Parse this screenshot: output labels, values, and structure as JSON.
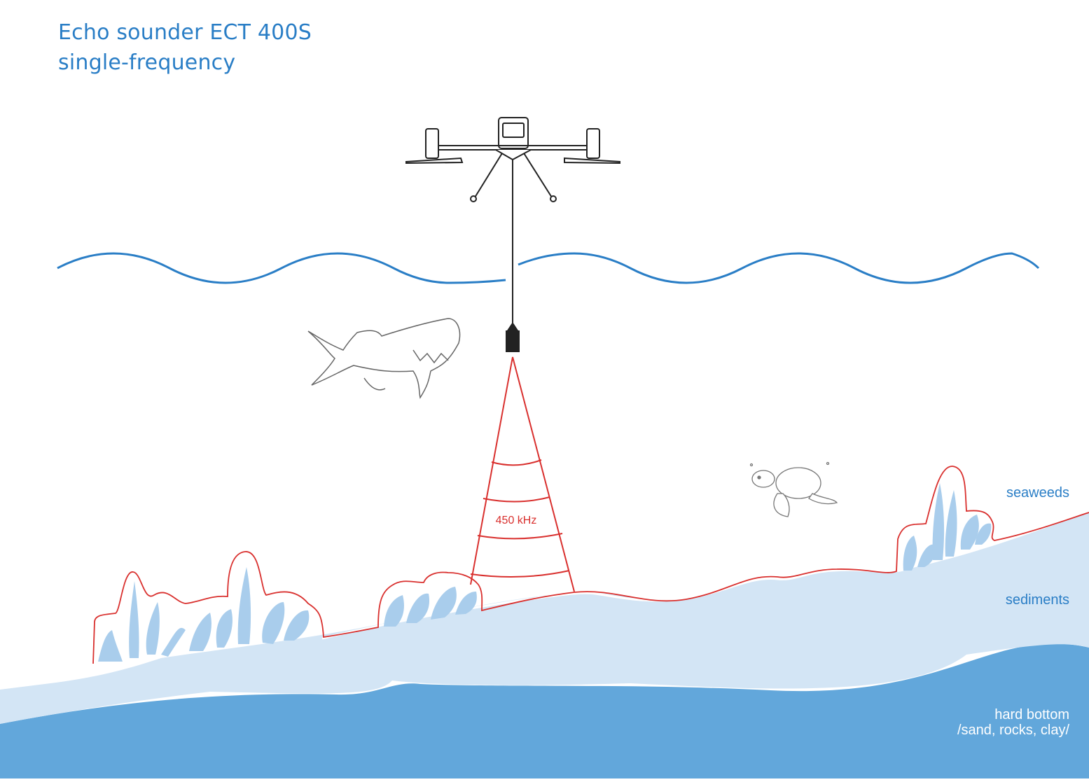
{
  "title": {
    "line1": "Echo sounder ECT 400S",
    "line2": "single-frequency"
  },
  "beam": {
    "frequency_label": "450 kHz"
  },
  "layers": {
    "seaweeds": "seaweeds",
    "sediments": "sediments",
    "hard_bottom_line1": "hard bottom",
    "hard_bottom_line2": "/sand, rocks, clay/"
  },
  "colors": {
    "title_blue": "#2a7ec6",
    "water_line": "#2a7ec6",
    "beam_red": "#d9302e",
    "sediments_fill": "#d3e5f5",
    "hard_bottom_fill": "#62a7db",
    "seaweed_fill": "#a9cdec",
    "drone_stroke": "#222222"
  },
  "icons": [
    "drone-icon",
    "sensor-icon",
    "shark-icon",
    "turtle-icon",
    "seaweed-icon"
  ]
}
